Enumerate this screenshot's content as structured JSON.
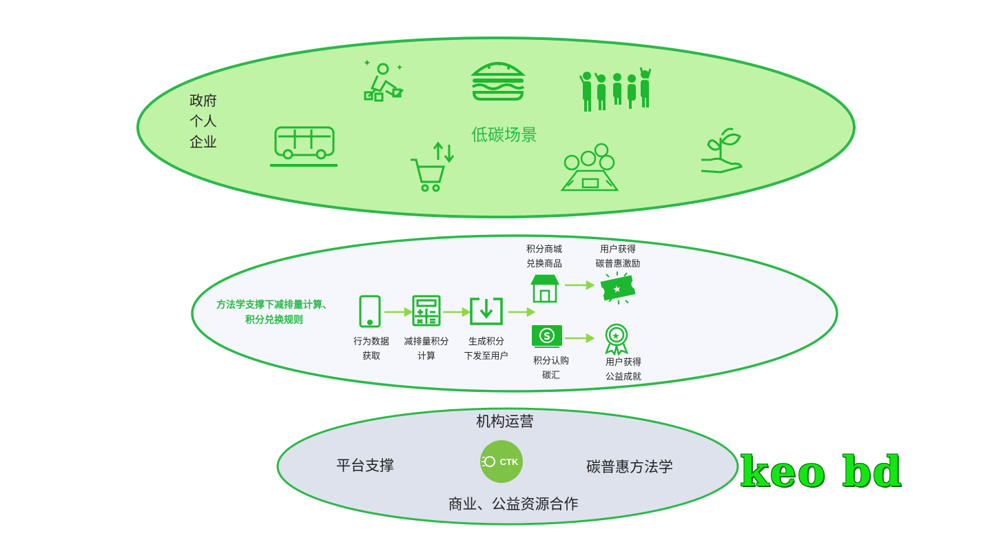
{
  "top": {
    "actors": [
      "政府",
      "个人",
      "企业"
    ],
    "title": "低碳场景",
    "icons": [
      "bus-icon",
      "recycling-person-icon",
      "burger-icon",
      "shopping-cart-icon",
      "crowd-icon",
      "meeting-table-icon",
      "plant-hand-icon"
    ]
  },
  "middle": {
    "method": [
      "方法学支撑下减排量计算、",
      "积分兑换规则"
    ],
    "steps": [
      {
        "icon": "phone-icon",
        "lines": [
          "行为数据",
          "获取"
        ]
      },
      {
        "icon": "calculator-icon",
        "lines": [
          "减排量积分",
          "计算"
        ]
      },
      {
        "icon": "download-box-icon",
        "lines": [
          "生成积分",
          "下发至用户"
        ]
      }
    ],
    "branch_top": {
      "left": {
        "icon": "store-icon",
        "lines": [
          "积分商城",
          "兑换商品"
        ]
      },
      "right": {
        "icon": "ticket-icon",
        "lines": [
          "用户获得",
          "碳普惠激励"
        ]
      }
    },
    "branch_bottom": {
      "left": {
        "icon": "money-bill-icon",
        "lines": [
          "积分认购",
          "碳汇"
        ]
      },
      "right": {
        "icon": "medal-icon",
        "lines": [
          "用户获得",
          "公益成就"
        ]
      }
    }
  },
  "bottom": {
    "title": "机构运营",
    "left": "平台支撑",
    "right": "碳普惠方法学",
    "footer": "商业、公益资源合作",
    "logo_text": "CTK"
  },
  "watermark": "keo bd",
  "colors": {
    "accent": "#2cb84a",
    "top_fill": "#c1f3a6",
    "mid_fill": "#f5f7fc",
    "bottom_fill": "#dee2ed",
    "icon": "#1db830",
    "arrow": "#8fd845"
  }
}
